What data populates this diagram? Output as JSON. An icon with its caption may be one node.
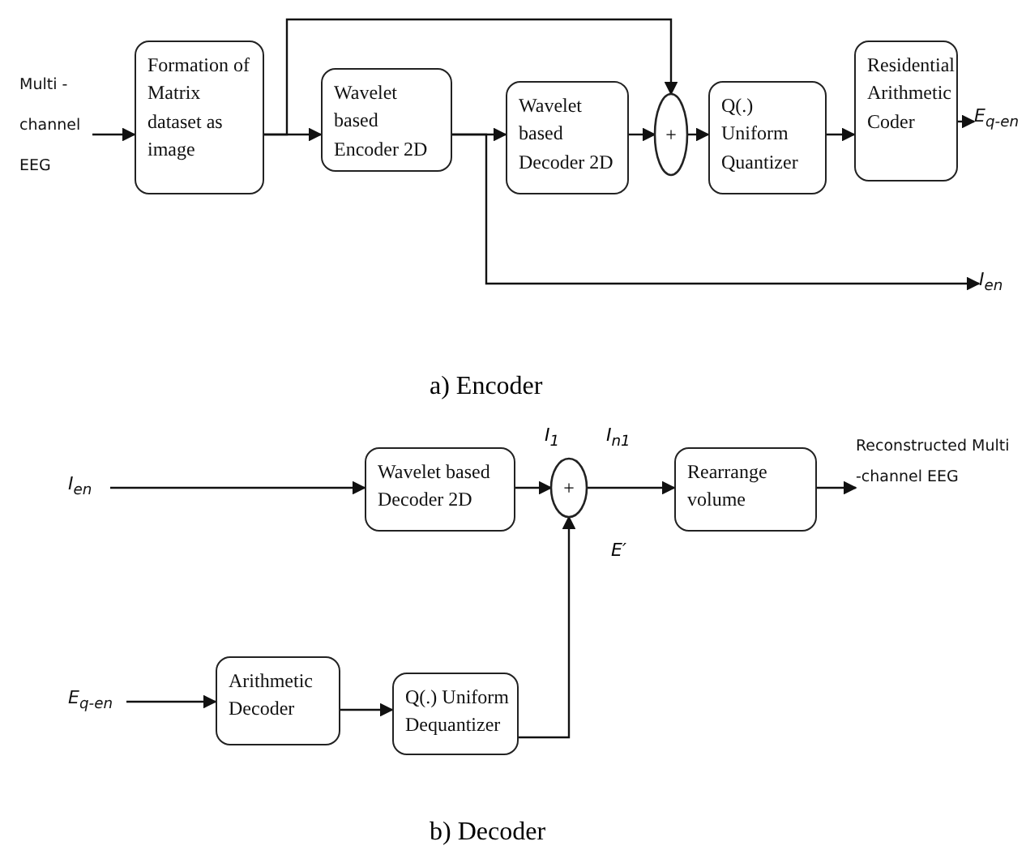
{
  "diagram": {
    "nodes": [
      {
        "text": [
          "Multi - channel EEG"
        ]
      },
      {
        "text": [
          "Formation of Matrix dataset as image"
        ]
      },
      {
        "text": [
          "Wavelet based Encoder 2D"
        ]
      },
      {
        "text": [
          "Wavelet based Decoder 2D"
        ]
      },
      {
        "text": [
          "+"
        ]
      },
      {
        "text": [
          "Q(.) Uniform Quantizer"
        ]
      },
      {
        "text": [
          "Residential Arithmetic Coder"
        ]
      },
      {
        "text": [
          "E$_{q-en}$"
        ]
      },
      {
        "text": [
          "I$_{en}$"
        ]
      },
      {
        "text": [
          "I$_{en}$"
        ]
      },
      {
        "text": [
          "Wavelet based Decoder 2D"
        ]
      },
      {
        "text": [
          "+"
        ]
      },
      {
        "text": [
          "Rearrange volume"
        ]
      },
      {
        "text": [
          "Reconstructed Multi -channel EEG"
        ]
      },
      {
        "text": [
          "E$_{q-en}$"
        ]
      },
      {
        "text": [
          "Arithmetic Decoder"
        ]
      },
      {
        "text": [
          "Q(.) Uniform Dequantizer"
        ]
      }
    ],
    "edges": [
      {
        "from": 0,
        "to": 1,
        "arrow": "to"
      },
      {
        "from": 1,
        "to": 2,
        "arrow": "to"
      },
      {
        "from": 1,
        "to": 4,
        "arrow": "to"
      },
      {
        "from": 2,
        "to": 3,
        "arrow": "to"
      },
      {
        "from": 2,
        "to": 8,
        "arrow": "to"
      },
      {
        "from": 3,
        "to": 4,
        "arrow": "to"
      },
      {
        "from": 4,
        "to": 5,
        "arrow": "to"
      },
      {
        "from": 5,
        "to": 6,
        "arrow": "to"
      },
      {
        "from": 6,
        "to": 7,
        "arrow": "to"
      },
      {
        "from": 9,
        "to": 10,
        "arrow": "to"
      },
      {
        "from": 10,
        "to": 11,
        "arrow": "to",
        "label": "I$_{1}$"
      },
      {
        "from": 11,
        "to": 12,
        "arrow": "to",
        "label": "I$_{n1}$"
      },
      {
        "from": 12,
        "to": 13,
        "arrow": "to"
      },
      {
        "from": 14,
        "to": 15,
        "arrow": "to"
      },
      {
        "from": 15,
        "to": 16,
        "arrow": "to"
      },
      {
        "from": 16,
        "to": 11,
        "arrow": "to",
        "label": "E′"
      }
    ],
    "labels": [
      "a) Encoder",
      "b) Decoder"
    ]
  }
}
